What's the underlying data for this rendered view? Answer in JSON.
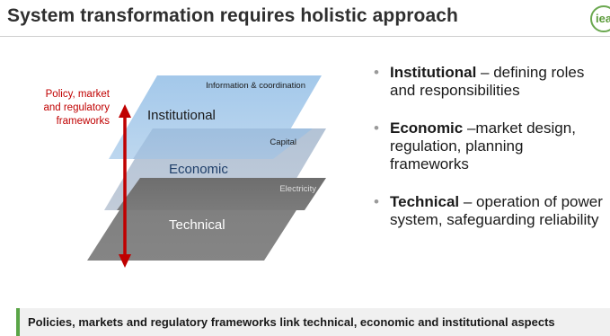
{
  "header": {
    "title": "System transformation requires holistic approach",
    "logo_text": "iea",
    "logo_color": "#5b9b3a"
  },
  "diagram": {
    "arrow_label_lines": [
      "Policy, market",
      "and regulatory",
      "frameworks"
    ],
    "arrow_color": "#c00000",
    "layers": [
      {
        "name": "Institutional",
        "link_label": "Information & coordination",
        "color": "#a9cbe8"
      },
      {
        "name": "Economic",
        "link_label": "Capital",
        "color": "#b8c6d8"
      },
      {
        "name": "Technical",
        "link_label": "Electricity",
        "color": "#7a7a7a"
      }
    ]
  },
  "bullets": [
    {
      "head": "Institutional",
      "rest": " – defining roles and responsibilities"
    },
    {
      "head": "Economic",
      "rest": " –market design, regulation, planning frameworks"
    },
    {
      "head": "Technical",
      "rest": " – operation of power system, safeguarding reliability"
    }
  ],
  "footer": {
    "text": "Policies, markets and regulatory frameworks link technical, economic and institutional aspects",
    "accent_color": "#5aa547"
  }
}
